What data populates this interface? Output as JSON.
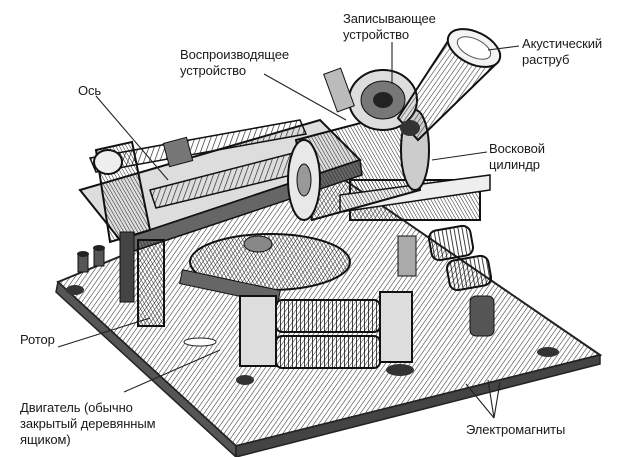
{
  "labels": {
    "recorder": "Записывающее\nустройство",
    "horn": "Акустический\nраструб",
    "reproducer": "Воспроизводящее\nустройство",
    "axle": "Ось",
    "cylinder": "Восковой\nцилиндр",
    "rotor": "Ротор",
    "motor": "Двигатель (обычно\nзакрытый деревянным\nящиком)",
    "electromagnets": "Электромагниты"
  },
  "colors": {
    "ink": "#1a1a1a",
    "line": "#222222",
    "background": "#ffffff"
  }
}
